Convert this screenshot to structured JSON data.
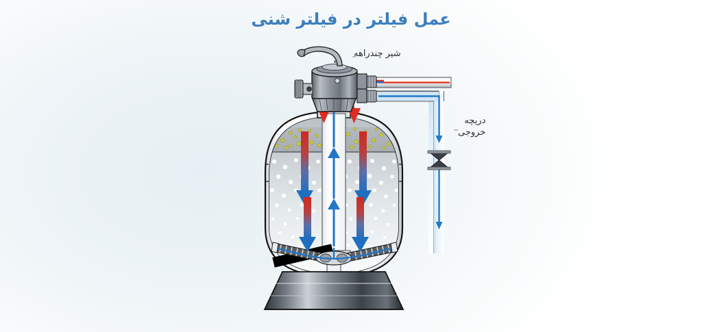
{
  "page": {
    "title": "عمل فیلتر در فیلتر شنی",
    "title_color": "#3d7ebd",
    "background_colors": [
      "#ffffff",
      "#e6eff3",
      "#f2f7f9"
    ]
  },
  "diagram": {
    "type": "sand-filter-operation-cutaway",
    "labels": {
      "multiport_valve": "شیر چندراهه",
      "outlet_gate_line1": "دریچه",
      "outlet_gate_line2": "خروجی"
    },
    "colors": {
      "inlet_flow": "#e02b22",
      "outlet_flow": "#2277c8",
      "pipe_body": "#9aa3ab",
      "tank_shell": "#ffffff",
      "tank_outline": "#1a1a1a",
      "sand_bed": "#c8ccd0",
      "dirt_particles": "#c9c83a",
      "base_pedestal": "#4a4f55",
      "valve_body": "#8a9099"
    },
    "components": [
      {
        "name": "multiport-valve",
        "label": "شیر چندراهه"
      },
      {
        "name": "valve-handle",
        "label": ""
      },
      {
        "name": "inlet-pipe",
        "label": ""
      },
      {
        "name": "outlet-pipe",
        "label": ""
      },
      {
        "name": "outlet-gate-valve",
        "label": "دریچه خروجی"
      },
      {
        "name": "filter-tank",
        "label": ""
      },
      {
        "name": "sand-bed",
        "label": ""
      },
      {
        "name": "dirt-layer",
        "label": ""
      },
      {
        "name": "center-standpipe",
        "label": ""
      },
      {
        "name": "lateral-arms",
        "label": ""
      },
      {
        "name": "tank-base",
        "label": ""
      }
    ],
    "flow_arrows": {
      "down_inlet_count": 2,
      "down_sand_count": 4,
      "up_standpipe_count": 2,
      "outlet_down_count": 2
    }
  }
}
